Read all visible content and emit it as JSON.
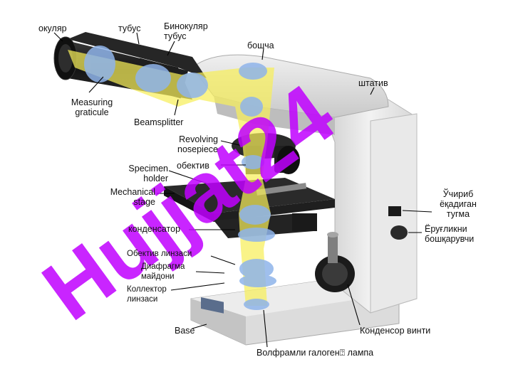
{
  "labels": {
    "okulyar": "окуляр",
    "tubus": "тубус",
    "binokulyar_tubus": "Бинокуляр\nтубус",
    "boshcha": "бошча",
    "shtativ": "штатив",
    "measuring_graticule": "Measuring\ngraticule",
    "beamsplitter": "Beamsplitter",
    "revolving_nosepiece": "Revolving\nnosepiece",
    "obektiv": "обектив",
    "specimen_holder": "Specimen\nholder",
    "mechanical_stage": "Mechanical\nstage",
    "kondensator": "конденсатор",
    "obektiv_linzasi": "Обектив линзаси",
    "diafragma_maydoni": "Диафрагма\nмайдони",
    "kollektor_linzasi": "Коллектор\nлинзаси",
    "base": "Base",
    "uchirib_yoqadigan_tugma": "Ўчириб\nёқадиган\nтугма",
    "yoruglikni_boshqaruvchi": "Ёруғликни\nбошқарувчи",
    "kondensor_vinti": "Конденсор винти",
    "volframli_lampa": "Волфрамли галоген⍰ лампа"
  },
  "watermark": {
    "text": "Hujjat24",
    "color": "#c000ff"
  },
  "colors": {
    "light_beam": "#f6ef5a",
    "lens": "#8fb4ea",
    "body_light": "#e4e4e4",
    "body_dark": "#1c1c1c"
  }
}
